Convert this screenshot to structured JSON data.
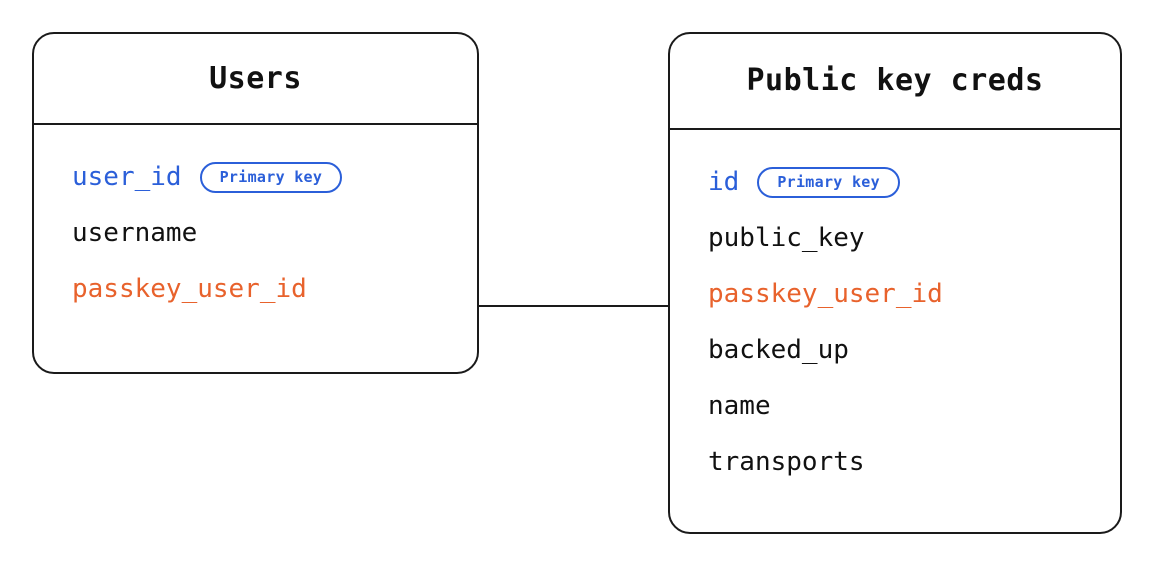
{
  "diagram": {
    "type": "entity-relationship",
    "background_color": "#ffffff",
    "line_color": "#1a1a1a",
    "key_color": "#2B5FD9",
    "foreign_key_color": "#E8622C",
    "badge_label": "Primary key"
  },
  "entities": [
    {
      "name": "users",
      "title": "Users",
      "fields": [
        {
          "label": "user_id",
          "role": "key",
          "badge": "Primary key"
        },
        {
          "label": "username",
          "role": "plain",
          "badge": null
        },
        {
          "label": "passkey_user_id",
          "role": "fkey",
          "badge": null
        }
      ]
    },
    {
      "name": "public-key-creds",
      "title": "Public key creds",
      "fields": [
        {
          "label": "id",
          "role": "key",
          "badge": "Primary key"
        },
        {
          "label": "public_key",
          "role": "plain",
          "badge": null
        },
        {
          "label": "passkey_user_id",
          "role": "fkey",
          "badge": null
        },
        {
          "label": "backed_up",
          "role": "plain",
          "badge": null
        },
        {
          "label": "name",
          "role": "plain",
          "badge": null
        },
        {
          "label": "transports",
          "role": "plain",
          "badge": null
        }
      ]
    }
  ],
  "relationships": [
    {
      "name": "users-to-public-key-creds",
      "from_entity": "Users",
      "from_field": "passkey_user_id",
      "to_entity": "Public key creds",
      "to_field": "passkey_user_id"
    }
  ]
}
